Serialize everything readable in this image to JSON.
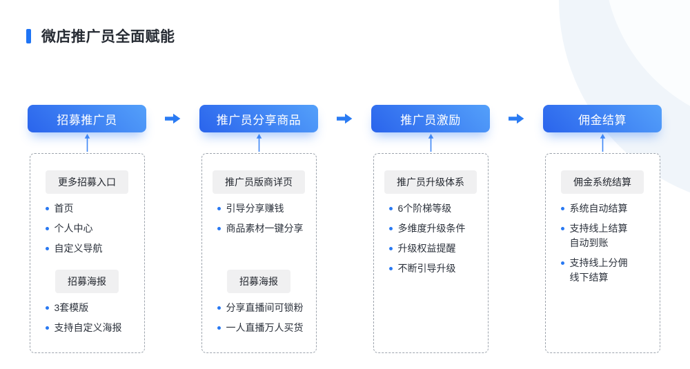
{
  "header": {
    "title": "微店推广员全面赋能"
  },
  "flow": {
    "columns": [
      {
        "button_label": "招募推广员",
        "sections": [
          {
            "badge": "更多招募入口",
            "items": [
              "首页",
              "个人中心",
              "自定义导航"
            ]
          },
          {
            "badge": "招募海报",
            "items": [
              "3套模版",
              "支持自定义海报"
            ]
          }
        ]
      },
      {
        "button_label": "推广员分享商品",
        "sections": [
          {
            "badge": "推广员版商详页",
            "items": [
              "引导分享赚钱",
              "商品素材一键分享"
            ]
          },
          {
            "badge": "招募海报",
            "items": [
              "分享直播间可锁粉",
              "一人直播万人买货"
            ]
          }
        ]
      },
      {
        "button_label": "推广员激励",
        "sections": [
          {
            "badge": "推广员升级体系",
            "items": [
              "6个阶梯等级",
              "多维度升级条件",
              "升级权益提醒",
              "不断引导升级"
            ]
          }
        ]
      },
      {
        "button_label": "佣金结算",
        "sections": [
          {
            "badge": "佣金系统结算",
            "items": [
              "系统自动结算",
              "支持线上结算\n自动到账",
              "支持线上分佣\n线下结算"
            ]
          }
        ]
      }
    ]
  },
  "icons": {
    "flow_arrow": "right-arrow",
    "box_pointer": "up-arrow",
    "list_marker": "bullet-dot"
  },
  "colors": {
    "accent_blue": "#2979F2",
    "button_gradient_start": "#54A0FA",
    "button_gradient_end": "#2A64EC",
    "badge_background": "#F0F0F1",
    "text_dark": "#262B33",
    "dashed_border": "#9CA3AC",
    "background_circle": "#F0F5FA"
  }
}
